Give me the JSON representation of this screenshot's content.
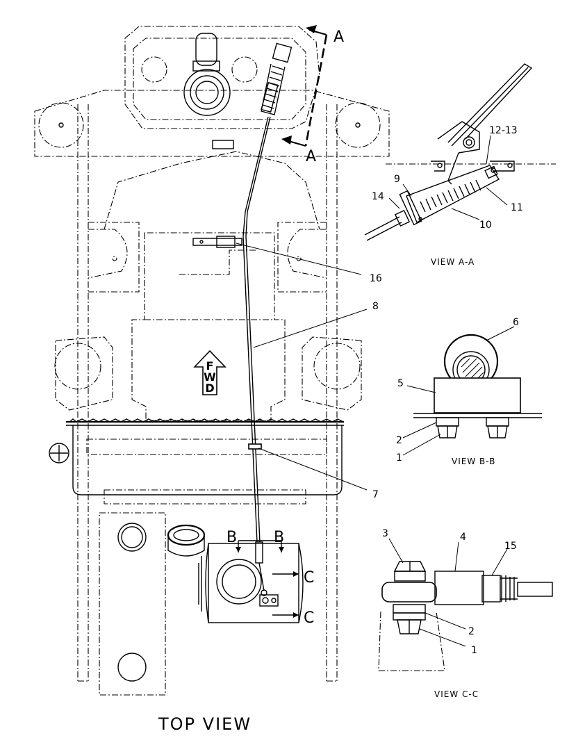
{
  "title": "TOP VIEW",
  "direction_arrow": "FWD",
  "section_markers": {
    "a_top": "A",
    "a_bottom": "A",
    "b_left": "B",
    "b_right": "B",
    "c_top": "C",
    "c_bottom": "C"
  },
  "views": {
    "a": {
      "caption": "VIEW A-A",
      "callouts": [
        "12-13",
        "9",
        "14",
        "11",
        "10"
      ]
    },
    "b": {
      "caption": "VIEW B-B",
      "callouts": [
        "6",
        "5",
        "2",
        "1"
      ]
    },
    "c": {
      "caption": "VIEW C-C",
      "callouts": [
        "3",
        "4",
        "15",
        "2",
        "1"
      ]
    }
  },
  "main_callouts": {
    "c16": "16",
    "c8": "8",
    "c7": "7"
  }
}
